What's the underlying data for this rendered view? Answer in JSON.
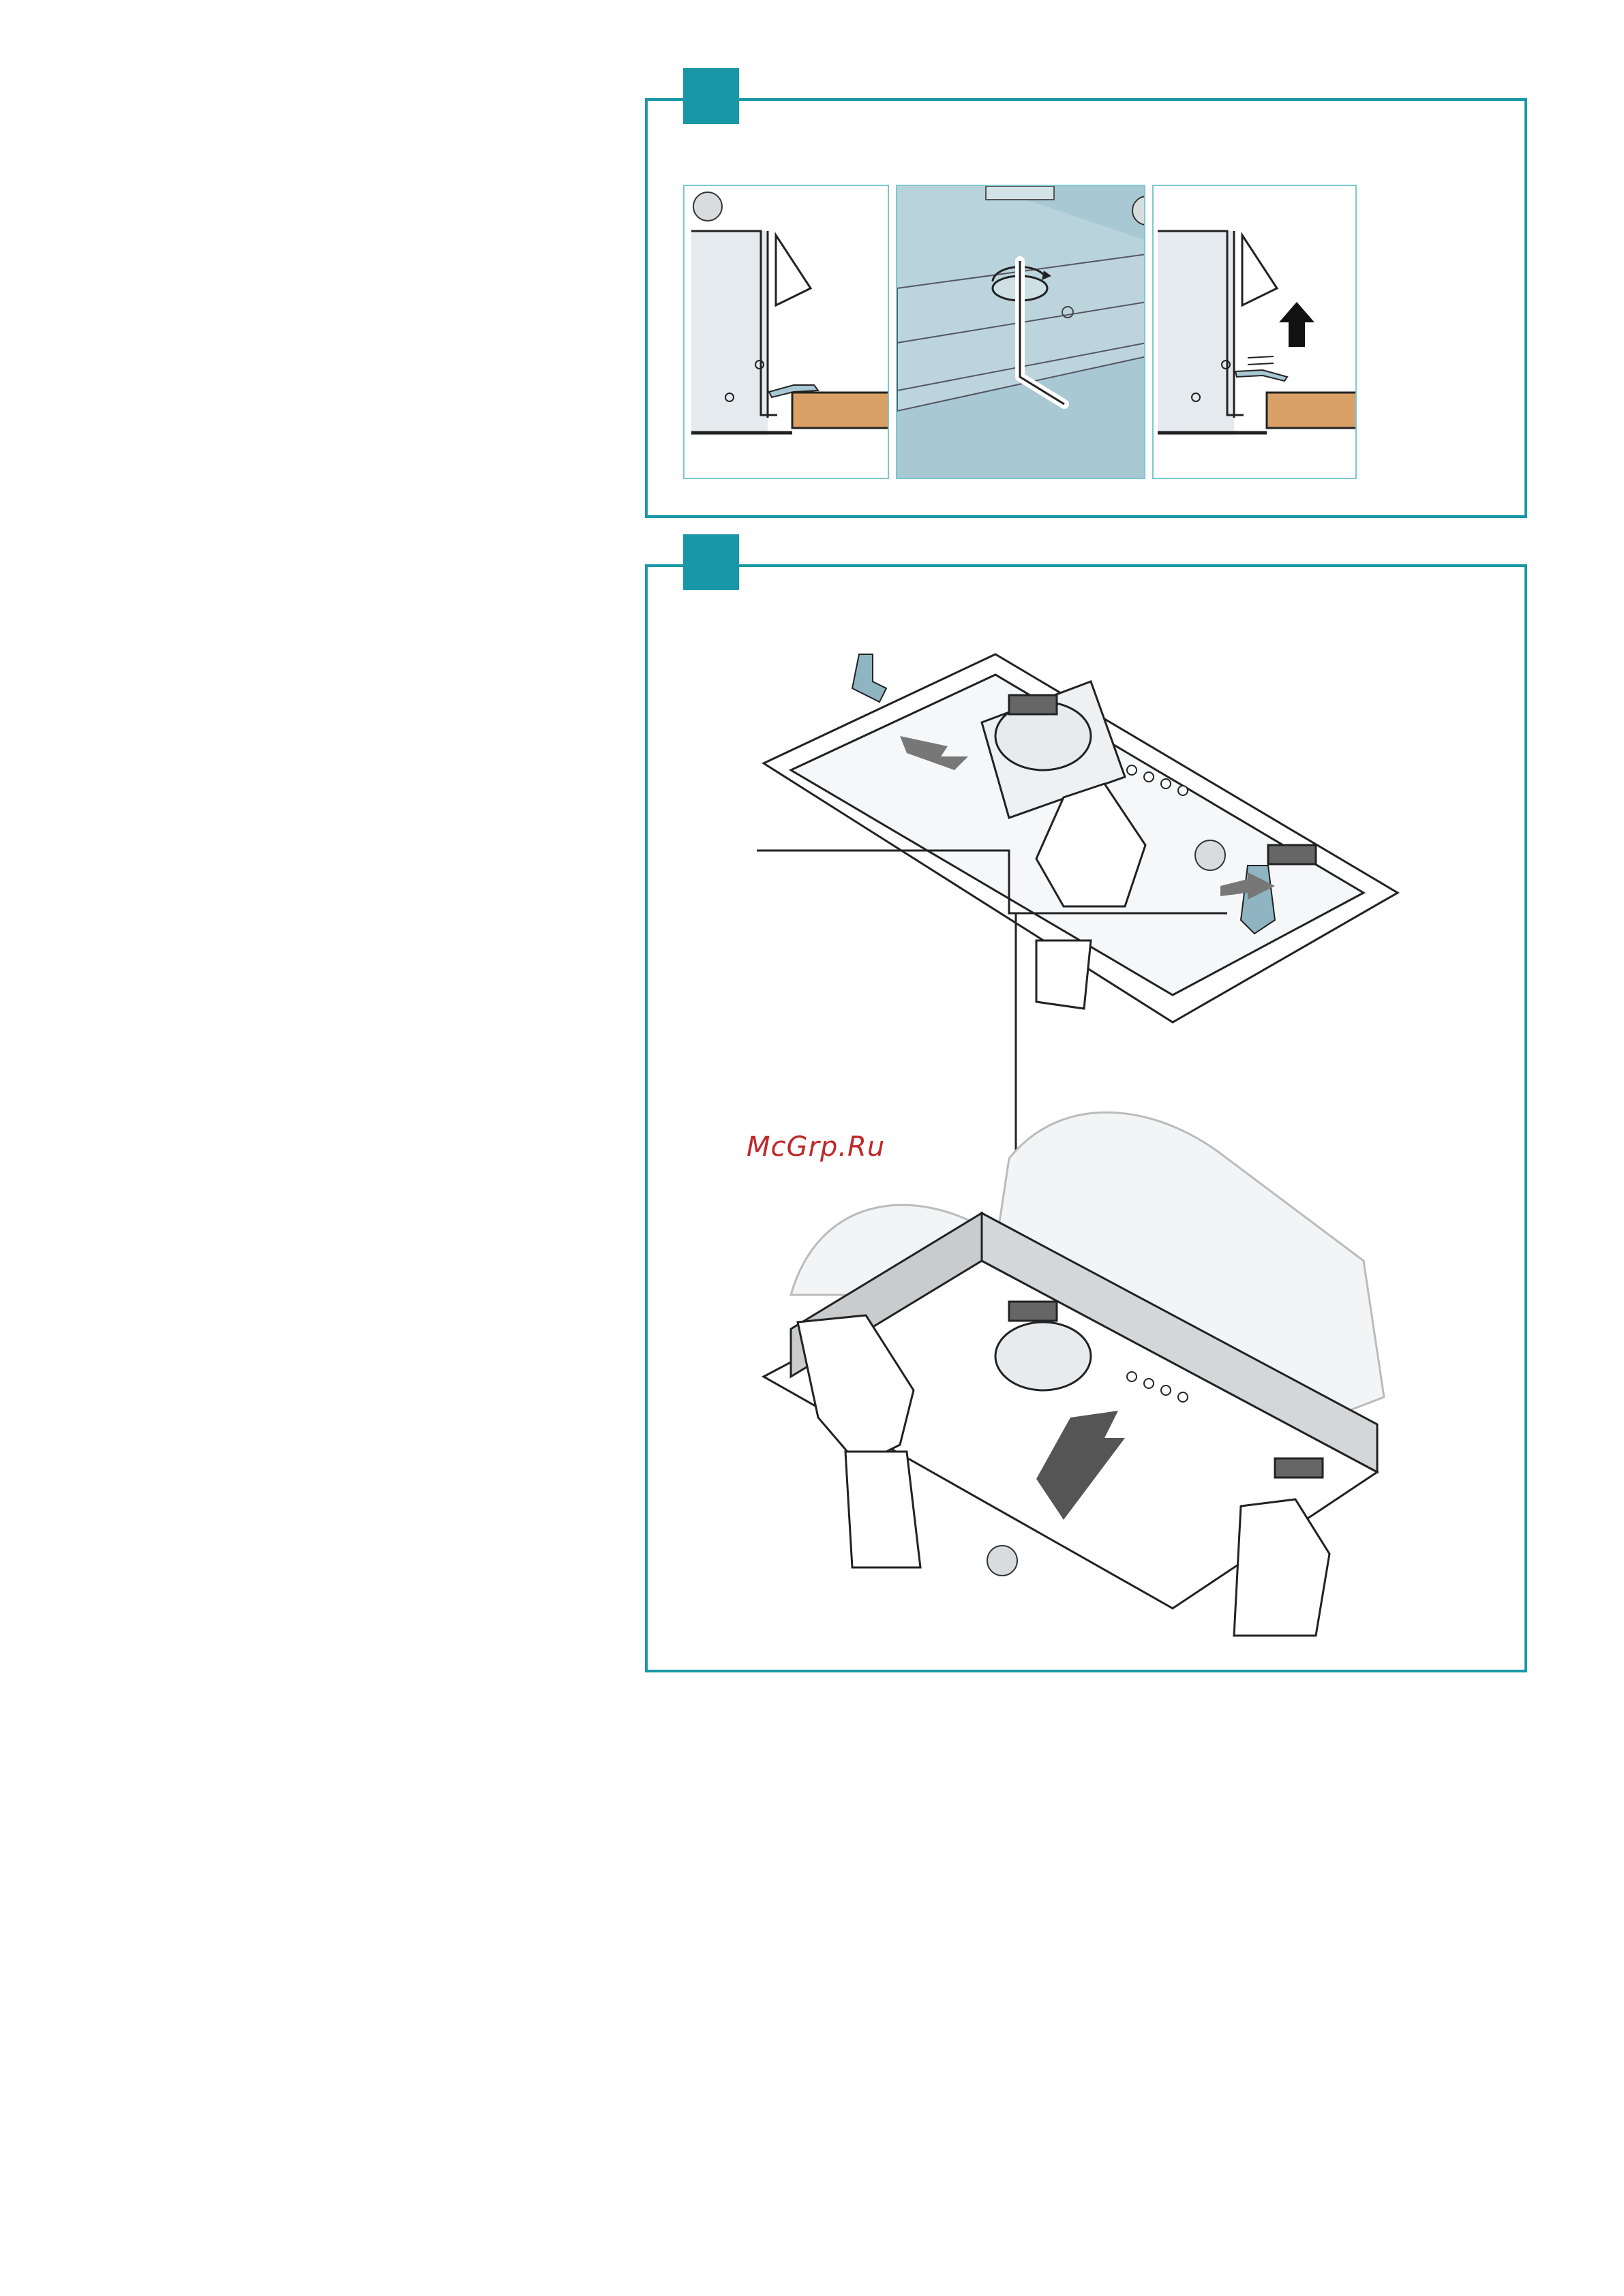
{
  "watermark": {
    "text": "McGrp.Ru"
  },
  "colors": {
    "accent": "#1a97a6",
    "panel_border": "#7cc7cf",
    "wood": "#d9a165",
    "metal_blue": "#a8c8d3",
    "watermark": "#c0282a"
  },
  "icons": {
    "step_a_tab": "step-number-tab",
    "step_b_tab": "step-number-tab",
    "arrow_up": "arrow-up-icon",
    "rotate": "rotate-arrow-icon"
  }
}
